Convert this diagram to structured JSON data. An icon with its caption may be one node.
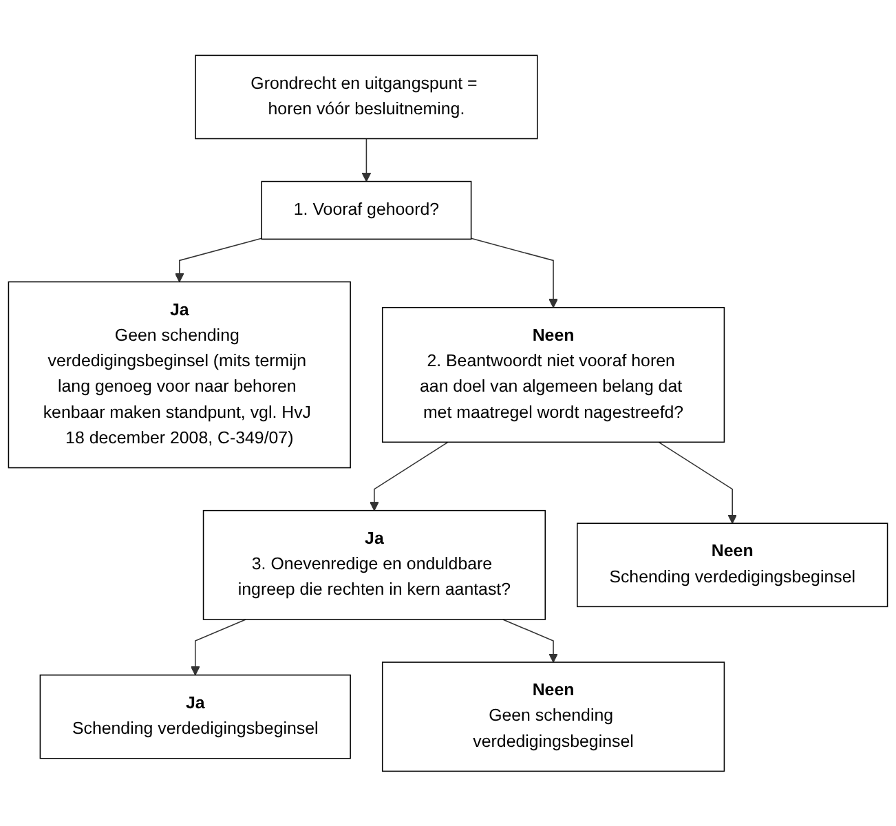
{
  "diagram": {
    "nodes": [
      {
        "text": [
          "Grondrecht en uitgangspunt = horen vóór besluitneming."
        ]
      },
      {
        "text": [
          "1. Vooraf gehoord?"
        ]
      },
      {
        "text": [
          "Ja",
          "Geen schending verdedigingsbeginsel (mits termijn lang genoeg voor naar behoren kenbaar maken standpunt, vgl. HvJ 18 december 2008, C-349/07)"
        ]
      },
      {
        "text": [
          "Neen",
          "2. Beantwoordt niet vooraf horen aan doel van algemeen belang dat met maatregel wordt nagestreefd?"
        ]
      },
      {
        "text": [
          "Ja",
          "3. Onevenredige en onduldbare ingreep die rechten in kern aantast?"
        ]
      },
      {
        "text": [
          "Neen",
          "Schending verdedigingsbeginsel"
        ]
      },
      {
        "text": [
          "Ja",
          "Schending verdedigingsbeginsel"
        ]
      },
      {
        "text": [
          "Neen",
          "Geen schending verdedigingsbeginsel"
        ]
      }
    ],
    "edges": [
      {
        "from": 0,
        "to": 1,
        "arrow": "to"
      },
      {
        "from": 1,
        "to": 2,
        "arrow": "to"
      },
      {
        "from": 1,
        "to": 3,
        "arrow": "to"
      },
      {
        "from": 3,
        "to": 4,
        "arrow": "to"
      },
      {
        "from": 3,
        "to": 5,
        "arrow": "to"
      },
      {
        "from": 4,
        "to": 6,
        "arrow": "to"
      },
      {
        "from": 4,
        "to": 7,
        "arrow": "to"
      }
    ]
  }
}
